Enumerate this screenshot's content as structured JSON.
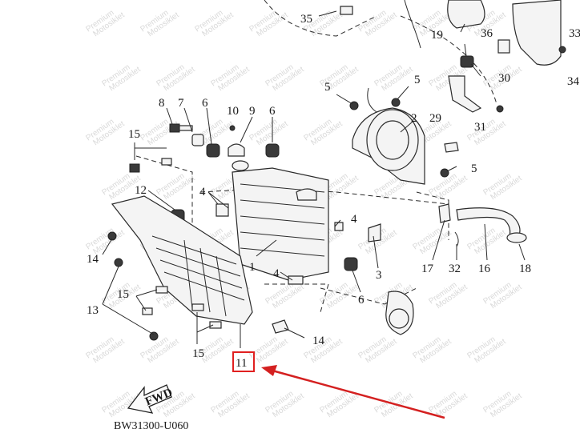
{
  "watermark": {
    "line1": "Premium",
    "line2": "Motosiklet"
  },
  "diagram_code": "BW31300-U060",
  "fwd_label": "FWD",
  "highlight": {
    "label": "11",
    "box_color": "#e02020",
    "arrow_color": "#d42020"
  },
  "callouts": {
    "c35": "35",
    "c19": "19",
    "c36": "36",
    "c33": "33",
    "c34": "34",
    "c30": "30",
    "c29": "29",
    "c31": "31",
    "c5a": "5",
    "c5b": "5",
    "c5c": "5",
    "c2": "2",
    "c8": "8",
    "c7": "7",
    "c6a": "6",
    "c10": "10",
    "c9": "9",
    "c6b": "6",
    "c15a": "15",
    "c12": "12",
    "c4a": "4",
    "c4b": "4",
    "c4c": "4",
    "c1": "1",
    "c3": "3",
    "c6c": "6",
    "c14a": "14",
    "c13": "13",
    "c15b": "15",
    "c15c": "15",
    "c14b": "14",
    "c17": "17",
    "c32": "32",
    "c16": "16",
    "c18": "18"
  }
}
